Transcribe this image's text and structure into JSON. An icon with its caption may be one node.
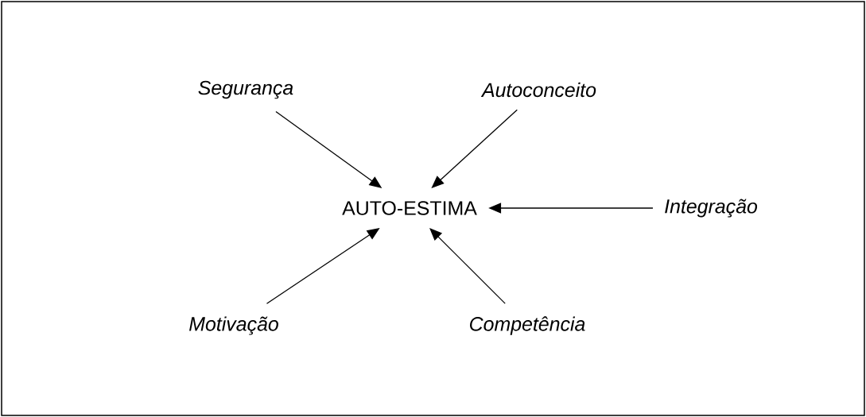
{
  "diagram": {
    "nodes": [
      {
        "text": [
          "Segurança"
        ]
      },
      {
        "text": [
          "Autoconceito"
        ]
      },
      {
        "text": [
          "AUTO-ESTIMA"
        ]
      },
      {
        "text": [
          "Integração"
        ]
      },
      {
        "text": [
          "Motivação"
        ]
      },
      {
        "text": [
          "Competência"
        ]
      }
    ],
    "edges": [
      {
        "from": 0,
        "to": 2,
        "arrow": "to"
      },
      {
        "from": 1,
        "to": 2,
        "arrow": "to"
      },
      {
        "from": 3,
        "to": 2,
        "arrow": "to"
      },
      {
        "from": 4,
        "to": 2,
        "arrow": "to"
      },
      {
        "from": 5,
        "to": 2,
        "arrow": "to"
      }
    ]
  }
}
